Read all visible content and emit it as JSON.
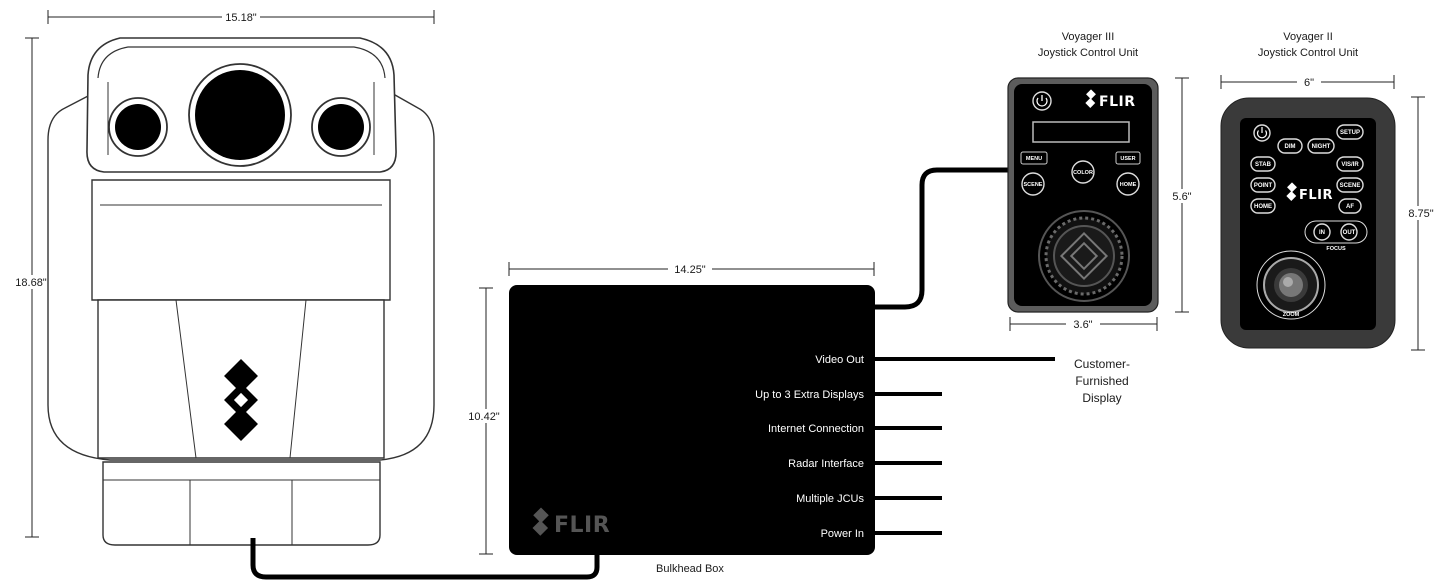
{
  "camera": {
    "width_label": "15.18\"",
    "height_label": "18.68\""
  },
  "bulkhead_box": {
    "name": "Bulkhead Box",
    "width_label": "14.25\"",
    "height_label": "10.42\"",
    "logo": "FLIR",
    "ports": [
      "Video Out",
      "Up to 3 Extra Displays",
      "Internet Connection",
      "Radar Interface",
      "Multiple JCUs",
      "Power In"
    ]
  },
  "customer_display": {
    "line1": "Customer-",
    "line2": "Furnished",
    "line3": "Display"
  },
  "jcu_v3": {
    "title_line1": "Voyager III",
    "title_line2": "Joystick Control Unit",
    "width_label": "3.6\"",
    "height_label": "5.6\"",
    "logo": "FLIR",
    "buttons": {
      "menu": "MENU",
      "user": "USER",
      "color": "COLOR",
      "scene": "SCENE",
      "home": "HOME"
    }
  },
  "jcu_v2": {
    "title_line1": "Voyager II",
    "title_line2": "Joystick Control Unit",
    "width_label": "6\"",
    "height_label": "8.75\"",
    "logo": "FLIR",
    "buttons": {
      "dim": "DIM",
      "night": "NIGHT",
      "setup": "SETUP",
      "stab": "STAB",
      "visir": "VIS/IR",
      "point": "POINT",
      "scene": "SCENE",
      "home": "HOME",
      "af": "AF",
      "in": "IN",
      "out": "OUT",
      "focus": "FOCUS",
      "zoom": "ZOOM"
    }
  },
  "colors": {
    "device_black": "#000000",
    "panel_gray": "#5a5a5a",
    "jcu_v2_shell": "#3a3a3a",
    "cable": "#000000",
    "camera_outline": "#333333"
  }
}
